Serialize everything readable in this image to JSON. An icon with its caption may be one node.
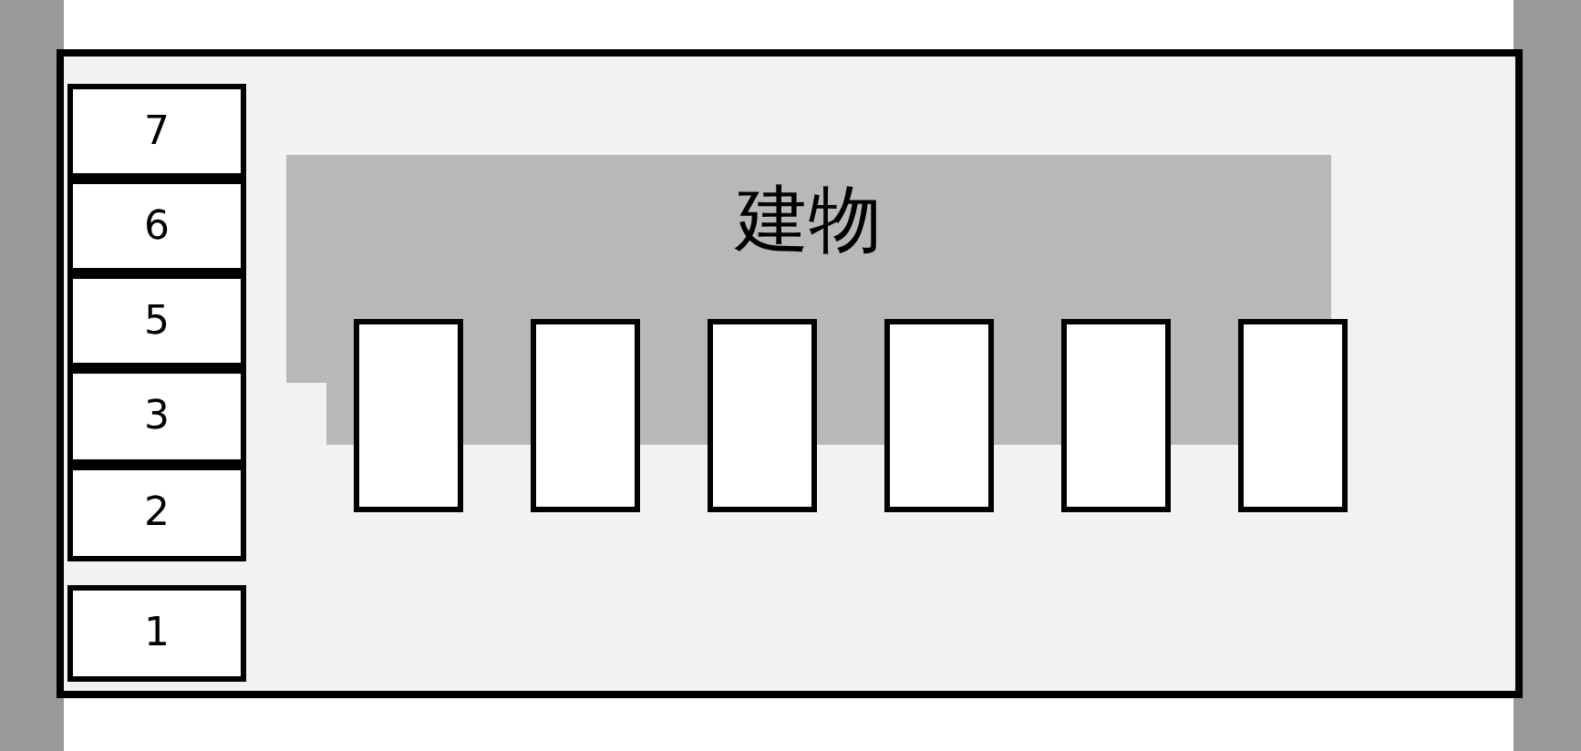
{
  "diagram": {
    "nodes": [
      {
        "text": [],
        "shape": "box"
      },
      {
        "text": [
          "7"
        ],
        "in": 0
      },
      {
        "text": [
          "6"
        ],
        "in": 0
      },
      {
        "text": [
          "5"
        ],
        "in": 0
      },
      {
        "text": [
          "3"
        ],
        "in": 0
      },
      {
        "text": [
          "2"
        ],
        "in": 0
      },
      {
        "text": [
          "1"
        ],
        "in": 0
      },
      {
        "text": [
          "建物"
        ],
        "in": 0
      },
      {
        "text": [],
        "shape": "box",
        "in": 0
      },
      {
        "text": [],
        "shape": "box",
        "in": 0
      },
      {
        "text": [],
        "shape": "box",
        "in": 0
      },
      {
        "text": [],
        "shape": "box",
        "in": 0
      },
      {
        "text": [],
        "shape": "box",
        "in": 0
      },
      {
        "text": [],
        "shape": "box",
        "in": 0
      }
    ]
  }
}
